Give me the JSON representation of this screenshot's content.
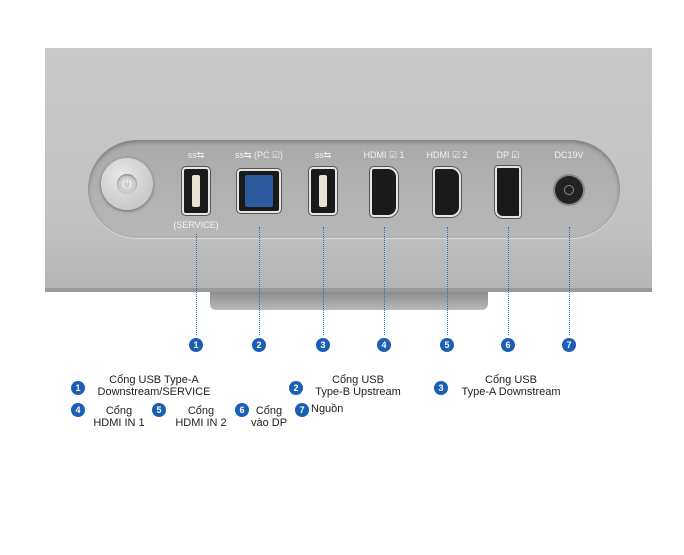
{
  "ports": [
    {
      "id": "1",
      "top_label": "ss⇆",
      "bottom_label": "(SERVICE)"
    },
    {
      "id": "2",
      "top_label": "ss⇆ (PC ☑)"
    },
    {
      "id": "3",
      "top_label": "ss⇆"
    },
    {
      "id": "4",
      "top_label": "HDMI ☑ 1"
    },
    {
      "id": "5",
      "top_label": "HDMI ☑ 2"
    },
    {
      "id": "6",
      "top_label": "DP ☑"
    },
    {
      "id": "7",
      "top_label": "DC19V"
    }
  ],
  "legend": [
    {
      "num": "1",
      "line1": "Cổng USB Type-A",
      "line2": "Downstream/SERVICE"
    },
    {
      "num": "2",
      "line1": "Cổng USB",
      "line2": "Type-B Upstream"
    },
    {
      "num": "3",
      "line1": "Cổng USB",
      "line2": "Type-A Downstream"
    },
    {
      "num": "4",
      "line1": "Cổng",
      "line2": "HDMI IN 1"
    },
    {
      "num": "5",
      "line1": "Cổng",
      "line2": "HDMI IN 2"
    },
    {
      "num": "6",
      "line1": "Cổng",
      "line2": "vào DP"
    },
    {
      "num": "7",
      "line1": "Nguồn"
    }
  ],
  "colors": {
    "accent": "#1a5fb4",
    "body": "#c4c4c4"
  }
}
